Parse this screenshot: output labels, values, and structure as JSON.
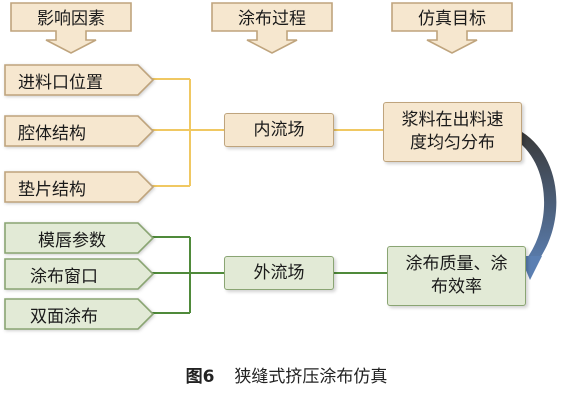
{
  "headers": {
    "factors": "影响因素",
    "process": "涂布过程",
    "goal": "仿真目标"
  },
  "inner_factors": [
    "进料口位置",
    "腔体结构",
    "垫片结构"
  ],
  "outer_factors": [
    "模唇参数",
    "涂布窗口",
    "双面涂布"
  ],
  "process": {
    "inner": "内流场",
    "outer": "外流场"
  },
  "goals": {
    "top_line1": "浆料在出料速",
    "top_line2": "度均匀分布",
    "bottom_line1": "涂布质量、涂",
    "bottom_line2": "布效率"
  },
  "caption": {
    "figure": "图6",
    "title": "狭缝式挤压涂布仿真"
  },
  "colors": {
    "tan_fill": "#f6e7cf",
    "tan_border": "#bfa47d",
    "green_fill": "#e2ead6",
    "green_border": "#8aa573",
    "yellow_line": "#f0c862",
    "green_line": "#4f8a3a",
    "curve_arrow": "#4a6fa0"
  }
}
